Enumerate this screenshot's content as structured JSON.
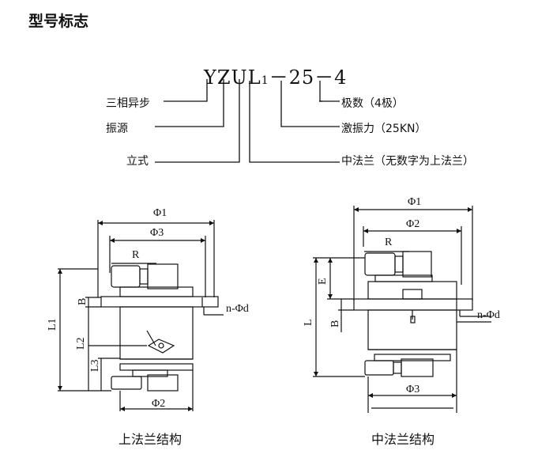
{
  "title": "型号标志",
  "model": {
    "prefix": "YZUL",
    "sub": "1",
    "middle": "－25－",
    "last": "4"
  },
  "legend": {
    "left": [
      "三相异步",
      "振源",
      "立式"
    ],
    "right": [
      "极数（4极）",
      "激振力（25KN）",
      "中法兰（无数字为上法兰）"
    ]
  },
  "upper": {
    "caption": "上法兰结构",
    "dims": {
      "phi1": "Φ1",
      "phi3": "Φ3",
      "r": "R",
      "nphid": "n-Φd",
      "b": "B",
      "l1": "L1",
      "l2": "L2",
      "l3": "L3",
      "phi2": "Φ2"
    }
  },
  "middle": {
    "caption": "中法兰结构",
    "dims": {
      "phi1": "Φ1",
      "phi2": "Φ2",
      "r": "R",
      "e": "E",
      "l": "L",
      "b": "B",
      "nphid": "n-Φd",
      "phi3": "Φ3"
    }
  }
}
